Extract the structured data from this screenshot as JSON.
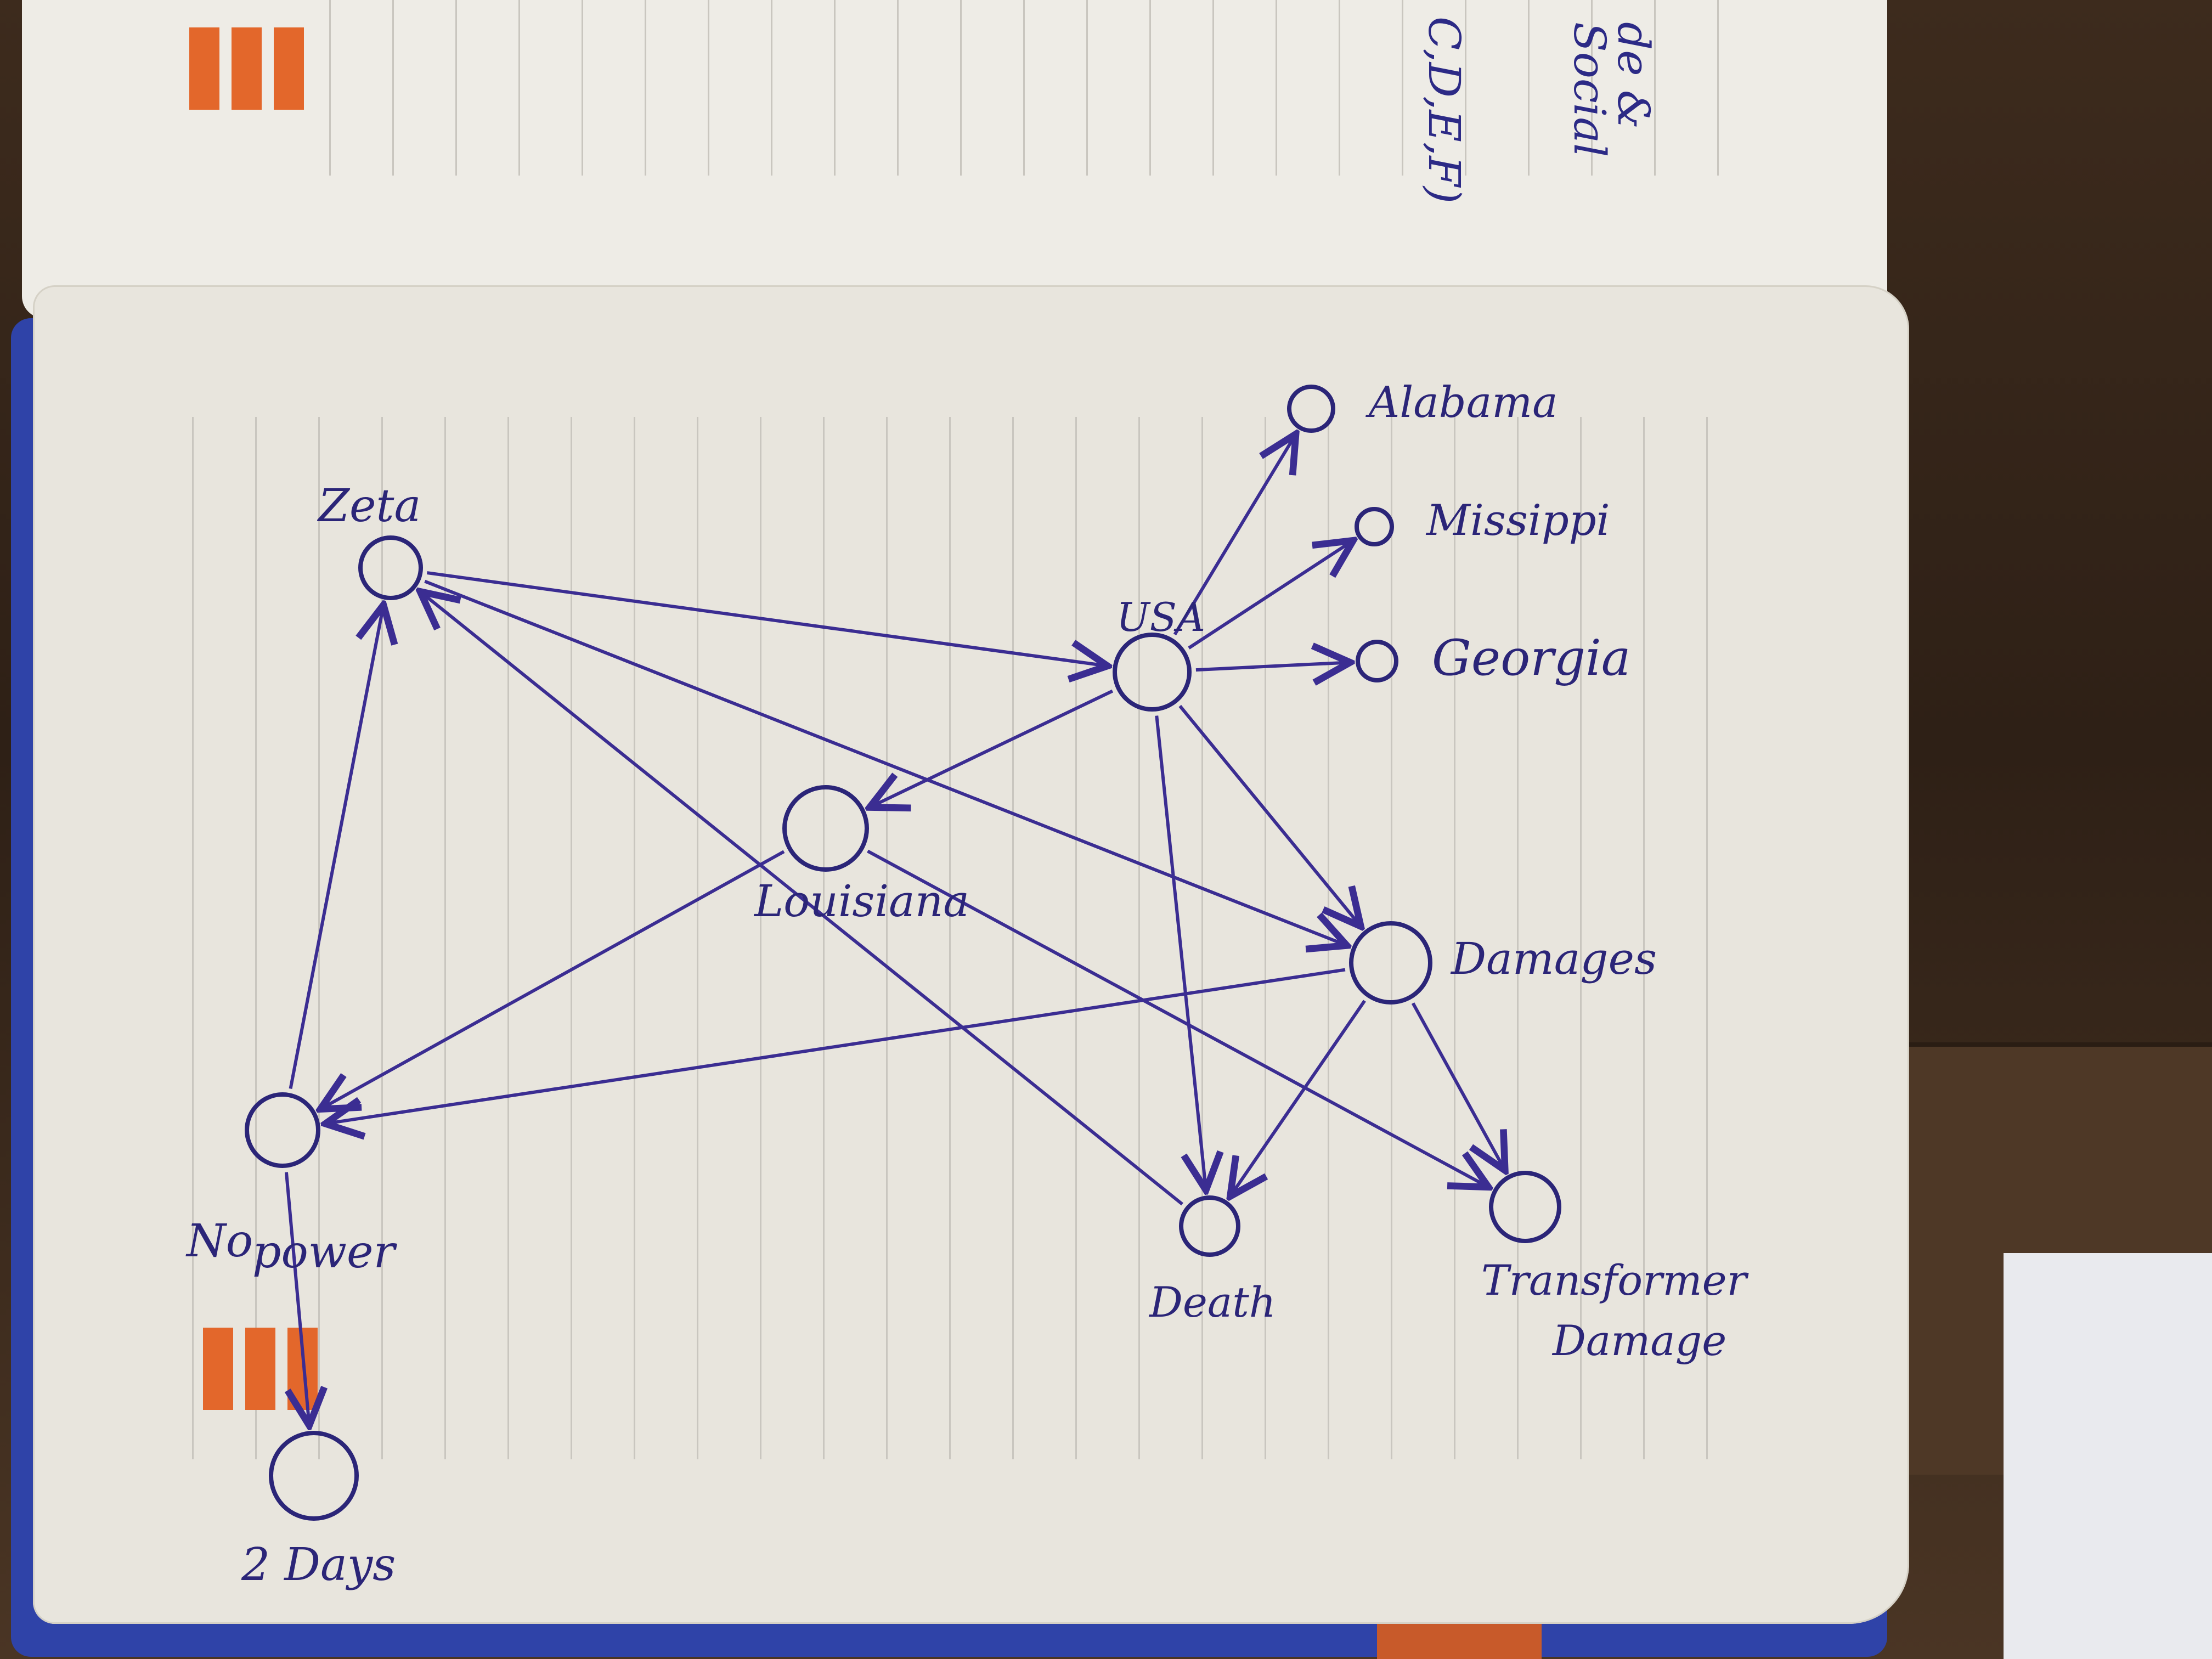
{
  "top_page_notes": [
    "de &",
    "Social",
    "C,D,E,F)"
  ],
  "nodes": [
    {
      "id": "zeta",
      "label": "Zeta"
    },
    {
      "id": "usa",
      "label": "USA"
    },
    {
      "id": "alabama",
      "label": "Alabama"
    },
    {
      "id": "mississippi",
      "label": "Missippi"
    },
    {
      "id": "georgia",
      "label": "Georgia"
    },
    {
      "id": "louisiana",
      "label": "Louisiana"
    },
    {
      "id": "damages",
      "label": "Damages"
    },
    {
      "id": "no_power",
      "label": "No power"
    },
    {
      "id": "death",
      "label": "Death"
    },
    {
      "id": "transformer_damage",
      "label": "Transformer Damage"
    },
    {
      "id": "two_days",
      "label": "2 Days"
    }
  ],
  "edges": [
    {
      "from": "zeta",
      "to": "usa"
    },
    {
      "from": "zeta",
      "to": "damages"
    },
    {
      "from": "usa",
      "to": "alabama"
    },
    {
      "from": "usa",
      "to": "mississippi"
    },
    {
      "from": "usa",
      "to": "georgia"
    },
    {
      "from": "usa",
      "to": "louisiana"
    },
    {
      "from": "usa",
      "to": "damages"
    },
    {
      "from": "usa",
      "to": "death"
    },
    {
      "from": "damages",
      "to": "death"
    },
    {
      "from": "damages",
      "to": "transformer_damage"
    },
    {
      "from": "damages",
      "to": "no_power"
    },
    {
      "from": "louisiana",
      "to": "no_power"
    },
    {
      "from": "louisiana",
      "to": "transformer_damage"
    },
    {
      "from": "death",
      "to": "zeta"
    },
    {
      "from": "no_power",
      "to": "zeta"
    },
    {
      "from": "no_power",
      "to": "two_days"
    }
  ],
  "colors": {
    "ink": "#2b2578",
    "paper": "#e8e5dd",
    "cover": "#2f43a8",
    "accent_stripe": "#e3672b"
  }
}
